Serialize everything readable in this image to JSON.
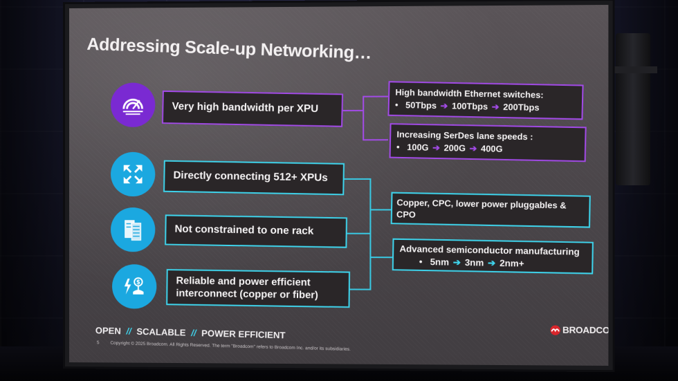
{
  "slide": {
    "title": "Addressing Scale-up Networking…",
    "rows": [
      {
        "icon": "speedometer-icon",
        "label": "Very high bandwidth per XPU"
      },
      {
        "icon": "expand-arrows-icon",
        "label": "Directly connecting 512+ XPUs"
      },
      {
        "icon": "server-racks-icon",
        "label": "Not constrained to one rack"
      },
      {
        "icon": "power-plant-icon",
        "label_line1": "Reliable and power efficient",
        "label_line2": "interconnect (copper or fiber)"
      }
    ],
    "right_boxes": {
      "switches_title": "High bandwidth Ethernet switches:",
      "switches_values": [
        "50Tbps",
        "100Tbps",
        "200Tbps"
      ],
      "serdes_title": "Increasing SerDes lane speeds :",
      "serdes_values": [
        "100G",
        "200G",
        "400G"
      ],
      "copper_line1": "Copper, CPC, lower power pluggables &",
      "copper_line2": "CPO",
      "semi_title": "Advanced semiconductor manufacturing",
      "semi_values": [
        "5nm",
        "3nm",
        "2nm+"
      ]
    },
    "bullet": "•",
    "footer": {
      "open": "OPEN",
      "scalable": "SCALABLE",
      "power": "POWER EFFICIENT",
      "separator": "//",
      "page": "5",
      "copyright": "Copyright © 2025 Broadcom. All Rights Reserved. The term \"Broadcom\" refers to Broadcom Inc. and/or its subsidiaries.",
      "brand": "BROADCOM"
    },
    "colors": {
      "purple": "#a24be6",
      "cyan": "#3fd4ec",
      "brand_red": "#d9252b"
    }
  }
}
